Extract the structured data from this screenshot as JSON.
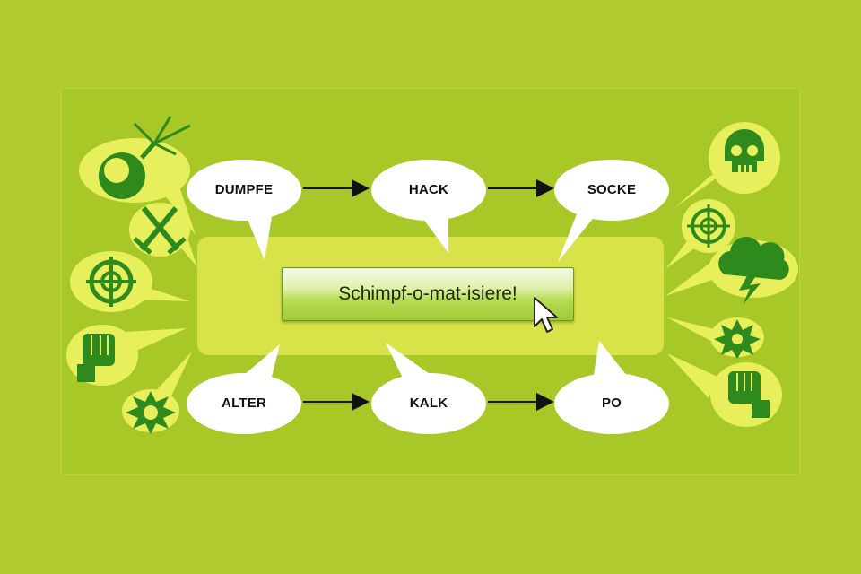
{
  "button": {
    "label": "Schimpf-o-mat-isiere!"
  },
  "words": {
    "top": [
      "DUMPFE",
      "HACK",
      "SOCKE"
    ],
    "bottom": [
      "ALTER",
      "KALK",
      "PO"
    ]
  },
  "icons": {
    "left": [
      "bomb-icon",
      "crossed-swords-icon",
      "crosshair-icon",
      "fist-icon",
      "explosion-icon"
    ],
    "right": [
      "skull-icon",
      "crosshair-icon",
      "storm-cloud-icon",
      "explosion-icon",
      "fist-icon"
    ]
  },
  "colors": {
    "background": "#b0cc30",
    "panel": "#a8c828",
    "highlight": "#d8e34a",
    "icon_green": "#2f8a1e",
    "icon_bubble": "#e8ef5c"
  }
}
